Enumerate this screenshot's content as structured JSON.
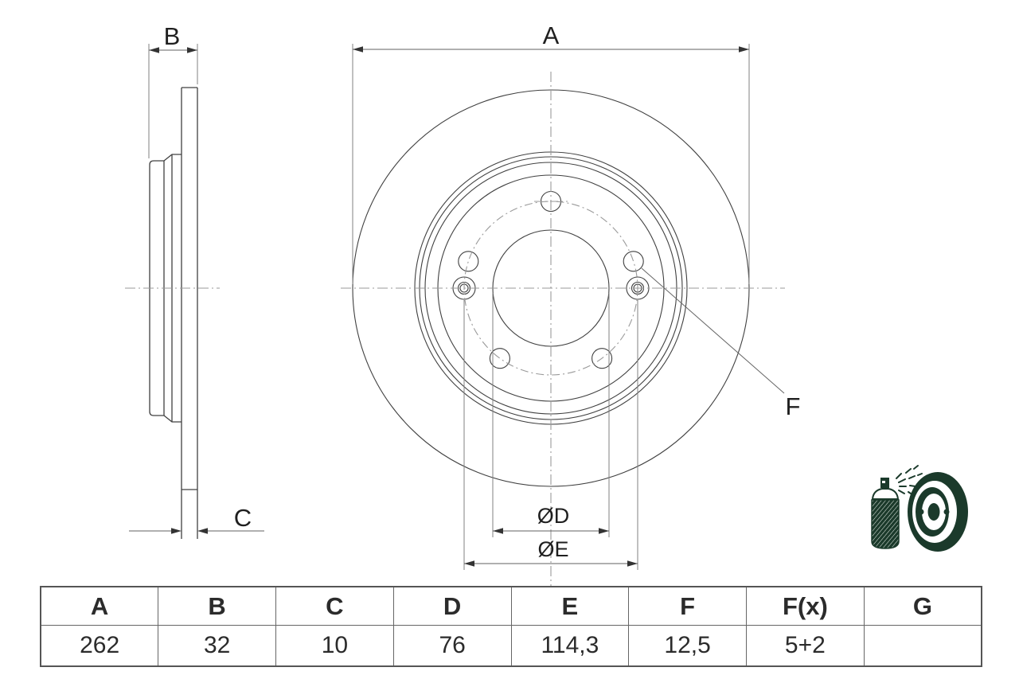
{
  "drawing": {
    "type": "brake-disc-technical-drawing",
    "labels": {
      "a": "A",
      "b": "B",
      "c": "C",
      "d": "ØD",
      "e": "ØE",
      "f": "F"
    },
    "features": {
      "bolt_holes": 5,
      "locating_pins": 2
    }
  },
  "table": {
    "headers": [
      "A",
      "B",
      "C",
      "D",
      "E",
      "F",
      "F(x)",
      "G"
    ],
    "values": [
      "262",
      "32",
      "10",
      "76",
      "114,3",
      "12,5",
      "5+2",
      ""
    ]
  },
  "icons": {
    "coated_disc": "spray-can-coating-brake-disc"
  },
  "colors": {
    "icon_green": "#1b3a2b",
    "outline": "#404040",
    "dimension_line": "#707070",
    "centerline": "#9a9a9a",
    "text": "#1f1f1f"
  }
}
